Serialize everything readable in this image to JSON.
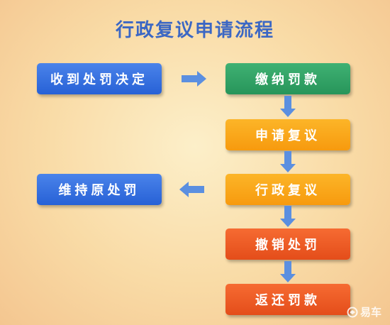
{
  "title": "行政复议申请流程",
  "colors": {
    "blue": "#2f6ddc",
    "green": "#2fa266",
    "orange": "#f8a61a",
    "red": "#ea5a22",
    "arrow": "#5b8fe0",
    "title": "#3b67c4"
  },
  "nodes": {
    "receive_decision": "收到处罚决定",
    "pay_fine": "缴纳罚款",
    "apply_review": "申请复议",
    "admin_review": "行政复议",
    "revoke_penalty": "撤销处罚",
    "refund_fine": "返还罚款",
    "maintain_penalty": "维持原处罚"
  },
  "watermark": {
    "text": "易车",
    "icon": "yiche-logo-icon"
  }
}
